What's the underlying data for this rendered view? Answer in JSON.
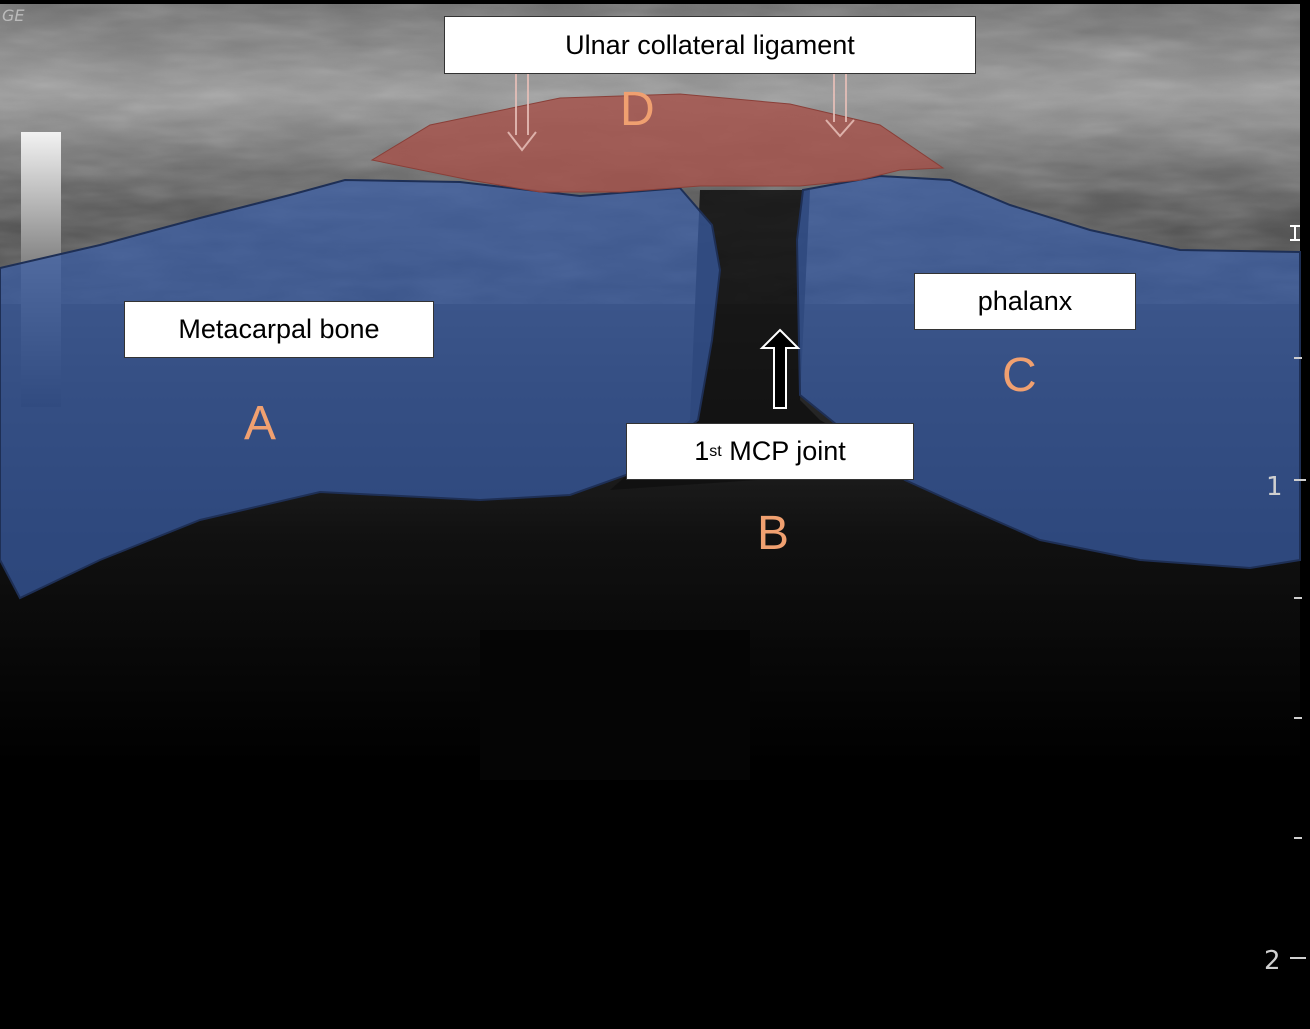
{
  "vendor_mark": "GE",
  "labels": {
    "ucl": "Ulnar collateral ligament",
    "metacarpal": "Metacarpal bone",
    "phalanx": "phalanx",
    "mcp_number": "1",
    "mcp_sup": "st",
    "mcp_text": " MCP joint"
  },
  "letters": {
    "a": "A",
    "b": "B",
    "c": "C",
    "d": "D"
  },
  "depth_scale": {
    "mark_1": "1",
    "mark_2": "2"
  },
  "colors": {
    "bone_overlay": "#3a5ea8",
    "ligament_overlay": "#a5524a",
    "letter": "#f0a070"
  }
}
